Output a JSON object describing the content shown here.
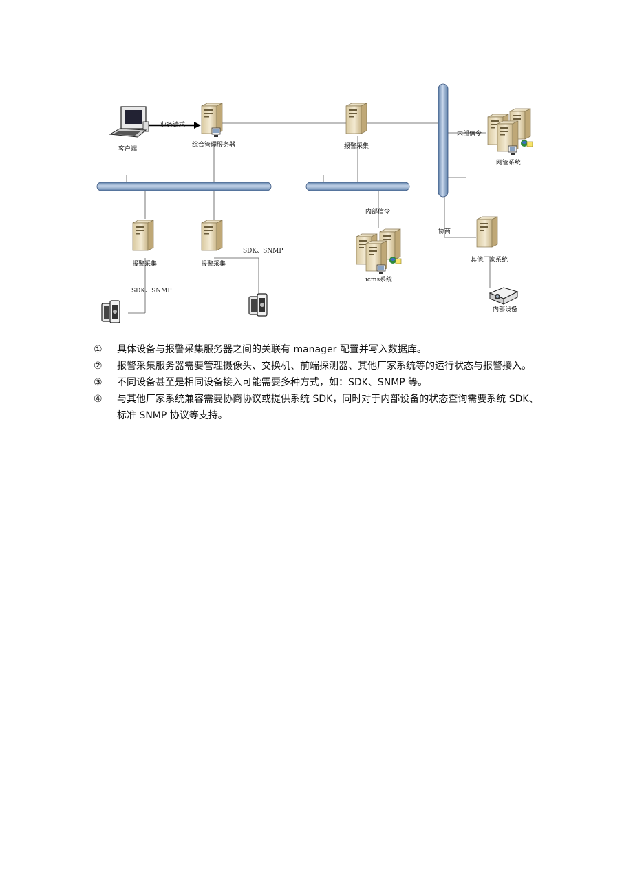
{
  "diagram": {
    "labels": {
      "client": "客户端",
      "business_request": "业务请求",
      "mgmt_server": "综合管理服务器",
      "alarm_collect_top": "报警采集",
      "internal_signal_right": "内部信令",
      "nms": "网管系统",
      "alarm_collect_left": "报警采集",
      "alarm_collect_mid": "报警采集",
      "sdk_snmp_left": "SDK、SNMP",
      "sdk_snmp_mid": "SDK、SNMP",
      "internal_signal_mid": "内部信令",
      "icms": "icms系统",
      "negotiate": "协商",
      "other_vendor": "其他厂家系统",
      "internal_device": "内部设备"
    }
  },
  "notes": [
    {
      "num": "①",
      "text": "具体设备与报警采集服务器之间的关联有 manager 配置并写入数据库。"
    },
    {
      "num": "②",
      "text": "报警采集服务器需要管理摄像头、交换机、前端探测器、其他厂家系统等的运行状态与报警接入。"
    },
    {
      "num": "③",
      "text": "不同设备甚至是相同设备接入可能需要多种方式，如：SDK、SNMP 等。"
    },
    {
      "num": "④",
      "text": "与其他厂家系统兼容需要协商协议或提供系统 SDK，同时对于内部设备的状态查询需要系统 SDK、标准 SNMP 协议等支持。"
    }
  ]
}
